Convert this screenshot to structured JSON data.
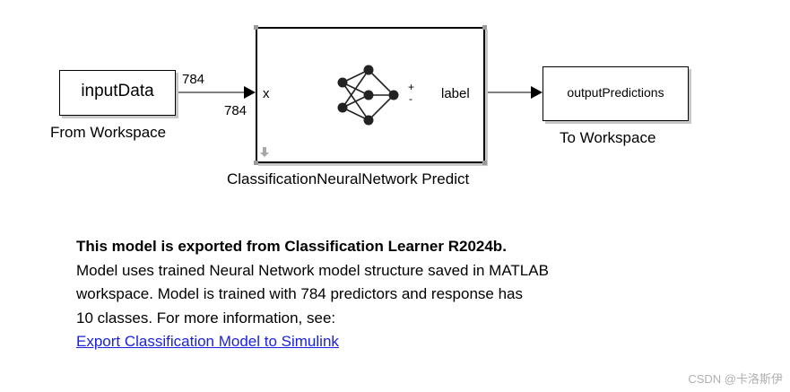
{
  "blocks": {
    "from_workspace": {
      "label": "inputData",
      "caption": "From Workspace"
    },
    "predict": {
      "input_port": "x",
      "output_port": "label",
      "score_plus": "+",
      "score_minus": "-",
      "caption": "ClassificationNeuralNetwork Predict",
      "icon": "neural-network-icon"
    },
    "to_workspace": {
      "label": "outputPredictions",
      "caption": "To Workspace"
    }
  },
  "signal": {
    "dimension_top": "784",
    "dimension_bottom": "784"
  },
  "note": {
    "heading": "This model is exported from Classification Learner R2024b.",
    "line1": "Model uses trained Neural Network model structure saved in MATLAB",
    "line2": "workspace. Model is trained with 784 predictors and response has",
    "line3": "10 classes. For more information, see:",
    "link": "Export Classification Model to Simulink"
  },
  "watermark": "CSDN @卡洛斯伊"
}
